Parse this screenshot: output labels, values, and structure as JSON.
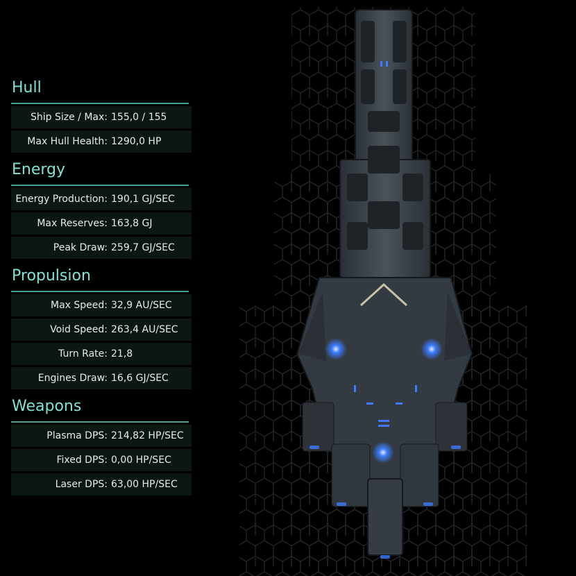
{
  "colors": {
    "accent": "#7fe3d6",
    "divider": "#3fa394",
    "row_bg": "#0c1613",
    "text": "#e6ecea",
    "engine_glow": "#3c7bff"
  },
  "sections": [
    {
      "title": "Hull",
      "rows": [
        {
          "label": "Ship Size / Max:",
          "value": "155,0 / 155"
        },
        {
          "label": "Max Hull Health:",
          "value": "1290,0 HP"
        }
      ]
    },
    {
      "title": "Energy",
      "rows": [
        {
          "label": "Energy Production:",
          "value": "190,1 GJ/SEC"
        },
        {
          "label": "Max Reserves:",
          "value": "163,8 GJ"
        },
        {
          "label": "Peak Draw:",
          "value": "259,7 GJ/SEC"
        }
      ]
    },
    {
      "title": "Propulsion",
      "rows": [
        {
          "label": "Max Speed:",
          "value": "32,9 AU/SEC"
        },
        {
          "label": "Void Speed:",
          "value": "263,4 AU/SEC"
        },
        {
          "label": "Turn Rate:",
          "value": "21,8"
        },
        {
          "label": "Engines Draw:",
          "value": "16,6 GJ/SEC"
        }
      ]
    },
    {
      "title": "Weapons",
      "rows": [
        {
          "label": "Plasma DPS:",
          "value": "214,82 HP/SEC"
        },
        {
          "label": "Fixed DPS:",
          "value": "0,00 HP/SEC"
        },
        {
          "label": "Laser DPS:",
          "value": "63,00 HP/SEC"
        }
      ]
    }
  ]
}
